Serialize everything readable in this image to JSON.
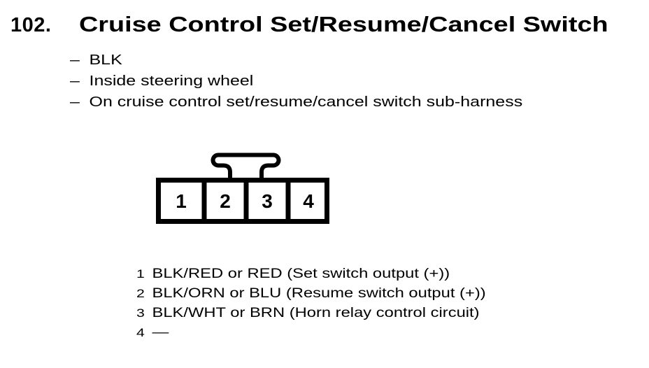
{
  "page": {
    "background_color": "#ffffff",
    "ink_color": "#000000"
  },
  "header": {
    "number": "102.",
    "title": "Cruise Control Set/Resume/Cancel Switch"
  },
  "notes": {
    "dash": "–",
    "items": [
      "BLK",
      "Inside steering wheel",
      "On cruise control set/resume/cancel switch sub-harness"
    ]
  },
  "connector": {
    "cavities": [
      "1",
      "2",
      "3",
      "4"
    ]
  },
  "pinout": {
    "rows": [
      {
        "pin": "1",
        "description": "BLK/RED or RED (Set switch output (+))"
      },
      {
        "pin": "2",
        "description": "BLK/ORN or BLU (Resume switch output (+))"
      },
      {
        "pin": "3",
        "description": "BLK/WHT or BRN (Horn relay control circuit)"
      },
      {
        "pin": "4",
        "description": "—"
      }
    ]
  }
}
